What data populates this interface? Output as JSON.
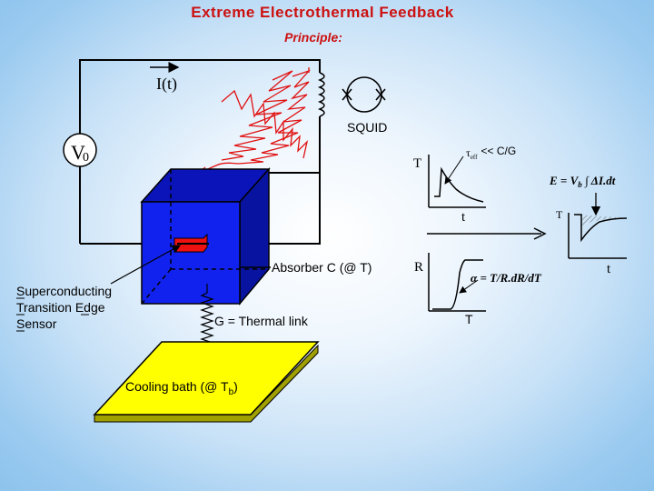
{
  "title": "Extreme Electrothermal Feedback",
  "subtitle": "Principle:",
  "circuit": {
    "current_label": "I(t)",
    "voltage_label": "V",
    "voltage_subscript": "0",
    "squid_label": "SQUID"
  },
  "device": {
    "absorber_label": "Absorber C (@ T)",
    "thermal_link_label": "G = Thermal link",
    "bath_label": "Cooling bath (@ T",
    "bath_subscript": "b",
    "bath_suffix": ")",
    "tes_label_lines": [
      "Superconducting",
      "Transition Edge",
      "Sensor"
    ]
  },
  "plots": {
    "pulse_y_axis": "T",
    "pulse_x_axis": "t",
    "time_constant": "τ",
    "time_constant_sub": "eff",
    "time_constant_note": "<< C/G",
    "energy_formula": "E = V",
    "energy_formula_sub": "b",
    "energy_formula_rest": " ∫ ΔI.dt",
    "small_y_axis": "T",
    "small_x_axis": "t",
    "rt_y_axis": "R",
    "rt_x_axis": "T",
    "alpha_formula": "α = T/R.dR/dT"
  },
  "colors": {
    "title": "#cc1111",
    "subtitle": "#cc1111",
    "absorber_front": "#1122ee",
    "absorber_top": "#0a14b8",
    "absorber_side": "#0814a0",
    "bath_top": "#ffff00",
    "bath_front": "#a0a000",
    "tes_sensor": "#ee1111",
    "photon_wave": "#e01010",
    "hatch": "#777777"
  }
}
